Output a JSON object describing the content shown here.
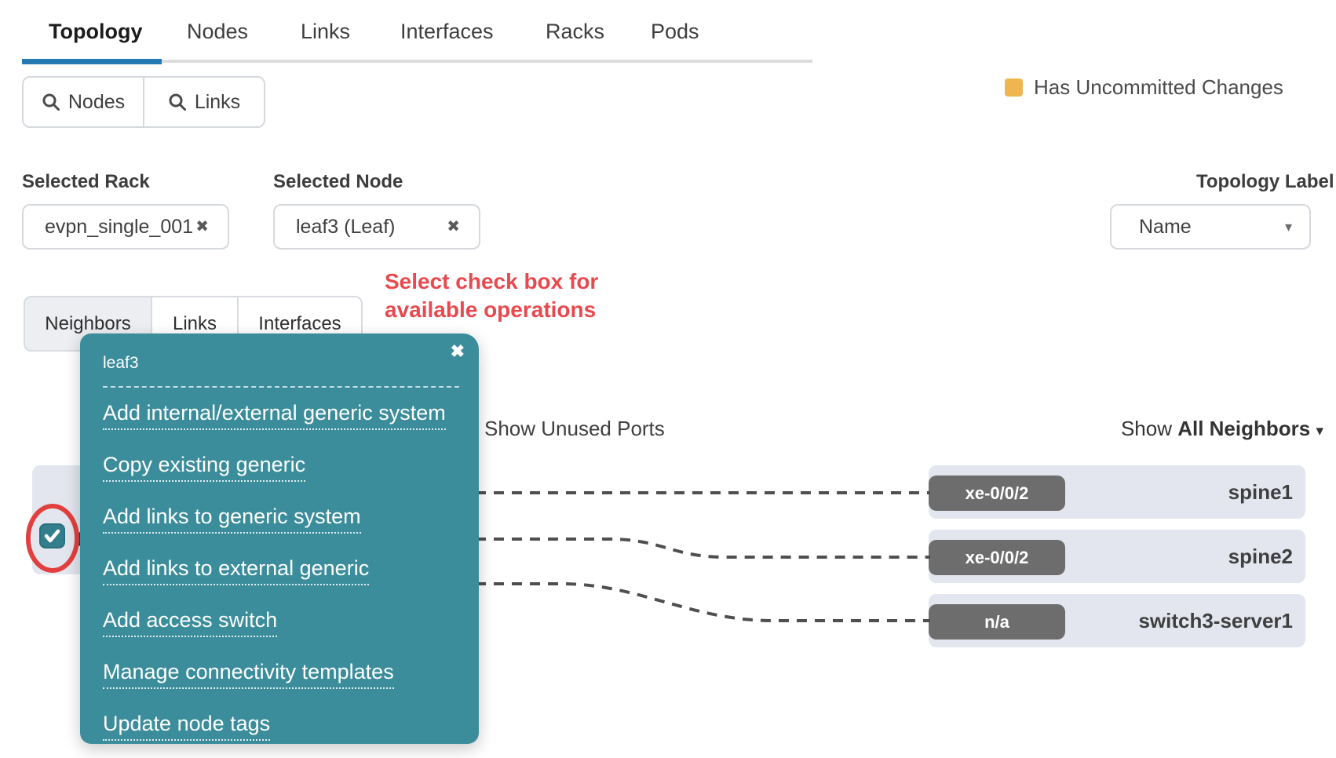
{
  "tabs": [
    {
      "label": "Topology",
      "active": true
    },
    {
      "label": "Nodes",
      "active": false
    },
    {
      "label": "Links",
      "active": false
    },
    {
      "label": "Interfaces",
      "active": false
    },
    {
      "label": "Racks",
      "active": false
    },
    {
      "label": "Pods",
      "active": false
    }
  ],
  "search_buttons": {
    "nodes": "Nodes",
    "links": "Links"
  },
  "legend": {
    "label": "Has Uncommitted Changes",
    "swatch_color": "#efb64f"
  },
  "selected_rack": {
    "label": "Selected Rack",
    "value": "evpn_single_001"
  },
  "selected_node": {
    "label": "Selected Node",
    "value": "leaf3 (Leaf)"
  },
  "topology_label": {
    "label": "Topology Label",
    "value": "Name"
  },
  "sub_tabs": [
    {
      "label": "Neighbors",
      "active": true
    },
    {
      "label": "Links",
      "active": false
    },
    {
      "label": "Interfaces",
      "active": false
    }
  ],
  "annotation": {
    "line1": "Select check box for",
    "line2": "available operations",
    "color": "#e9494e"
  },
  "context_menu": {
    "title": "leaf3",
    "items": [
      "Add internal/external generic system",
      "Copy existing generic",
      "Add links to generic system",
      "Add links to external generic",
      "Add access switch",
      "Manage connectivity templates",
      "Update node tags"
    ],
    "background_color": "#3c8d9b"
  },
  "show_unused_ports": "Show Unused Ports",
  "show_neighbors": {
    "prefix": "Show ",
    "value": "All Neighbors"
  },
  "neighbors": [
    {
      "port": "xe-0/0/2",
      "name": "spine1"
    },
    {
      "port": "xe-0/0/2",
      "name": "spine2"
    },
    {
      "port": "n/a",
      "name": "switch3-server1"
    }
  ],
  "icons": {
    "clear": "✖",
    "close": "✖",
    "caret": "▾"
  },
  "colors": {
    "accent_teal": "#3c8d9b",
    "tab_underline_blue": "#2579b2",
    "row_background": "#e3e6ee",
    "chip_gray": "#6d6d6d"
  }
}
